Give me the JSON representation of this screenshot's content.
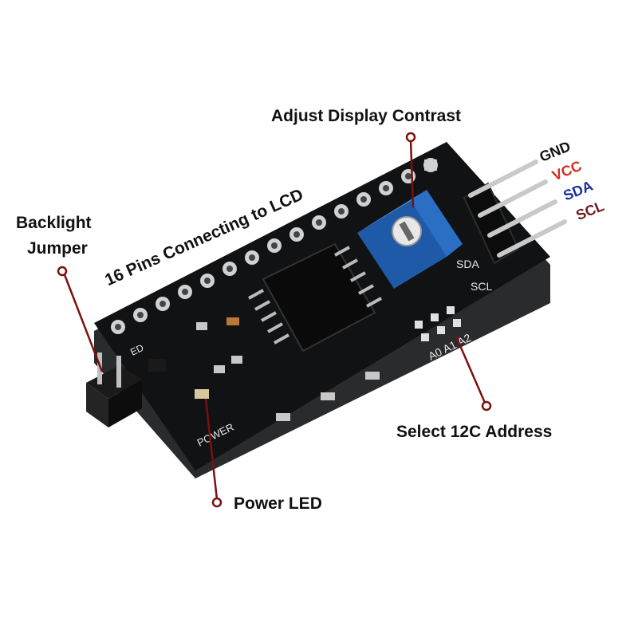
{
  "labels": {
    "adjust_contrast": "Adjust Display Contrast",
    "pins_connecting": "16 Pins Connecting to LCD",
    "backlight_line1": "Backlight",
    "backlight_line2": "Jumper",
    "select_address": "Select 12C Address",
    "power_led": "Power LED"
  },
  "pins": [
    {
      "label": "GND",
      "color": "#111111"
    },
    {
      "label": "VCC",
      "color": "#d42a1a"
    },
    {
      "label": "SDA",
      "color": "#1a2e9a"
    },
    {
      "label": "SCL",
      "color": "#6a1a1a"
    }
  ],
  "board_silkscreen": {
    "sda": "SDA",
    "scl": "SCL",
    "address": "A0 A1 A2",
    "power": "POWER",
    "led": "ED"
  },
  "colors": {
    "board": "#111213",
    "leader": "#7a1010",
    "pot": "#2b6fc4"
  }
}
